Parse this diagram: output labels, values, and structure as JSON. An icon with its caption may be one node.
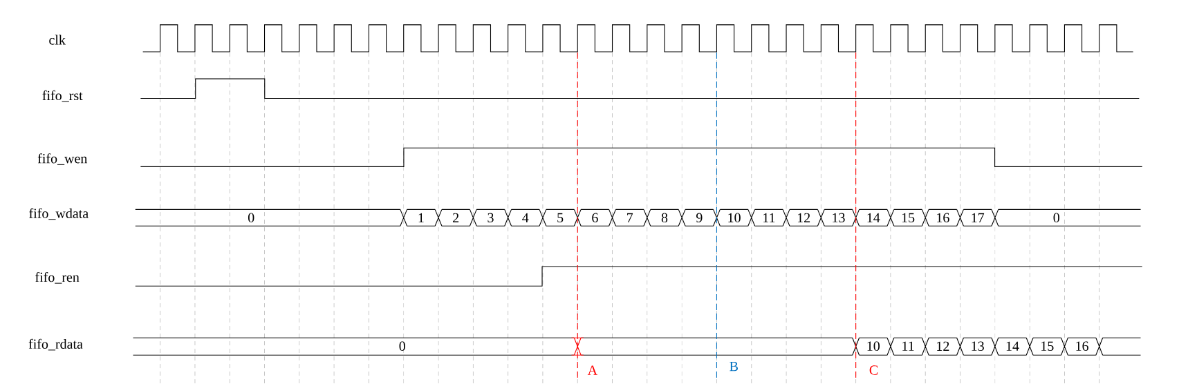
{
  "diagram": {
    "labels": [
      "clk",
      "fifo_rst",
      "fifo_wen",
      "fifo_wdata",
      "0",
      "1",
      "2",
      "3",
      "4",
      "5",
      "6",
      "7",
      "8",
      "9",
      "10",
      "11",
      "12",
      "13",
      "14",
      "15",
      "16",
      "17",
      "0",
      "fifo_ren",
      "fifo_rdata",
      "0",
      "10",
      "11",
      "12",
      "13",
      "14",
      "15",
      "16",
      "A",
      "B",
      "C"
    ]
  }
}
